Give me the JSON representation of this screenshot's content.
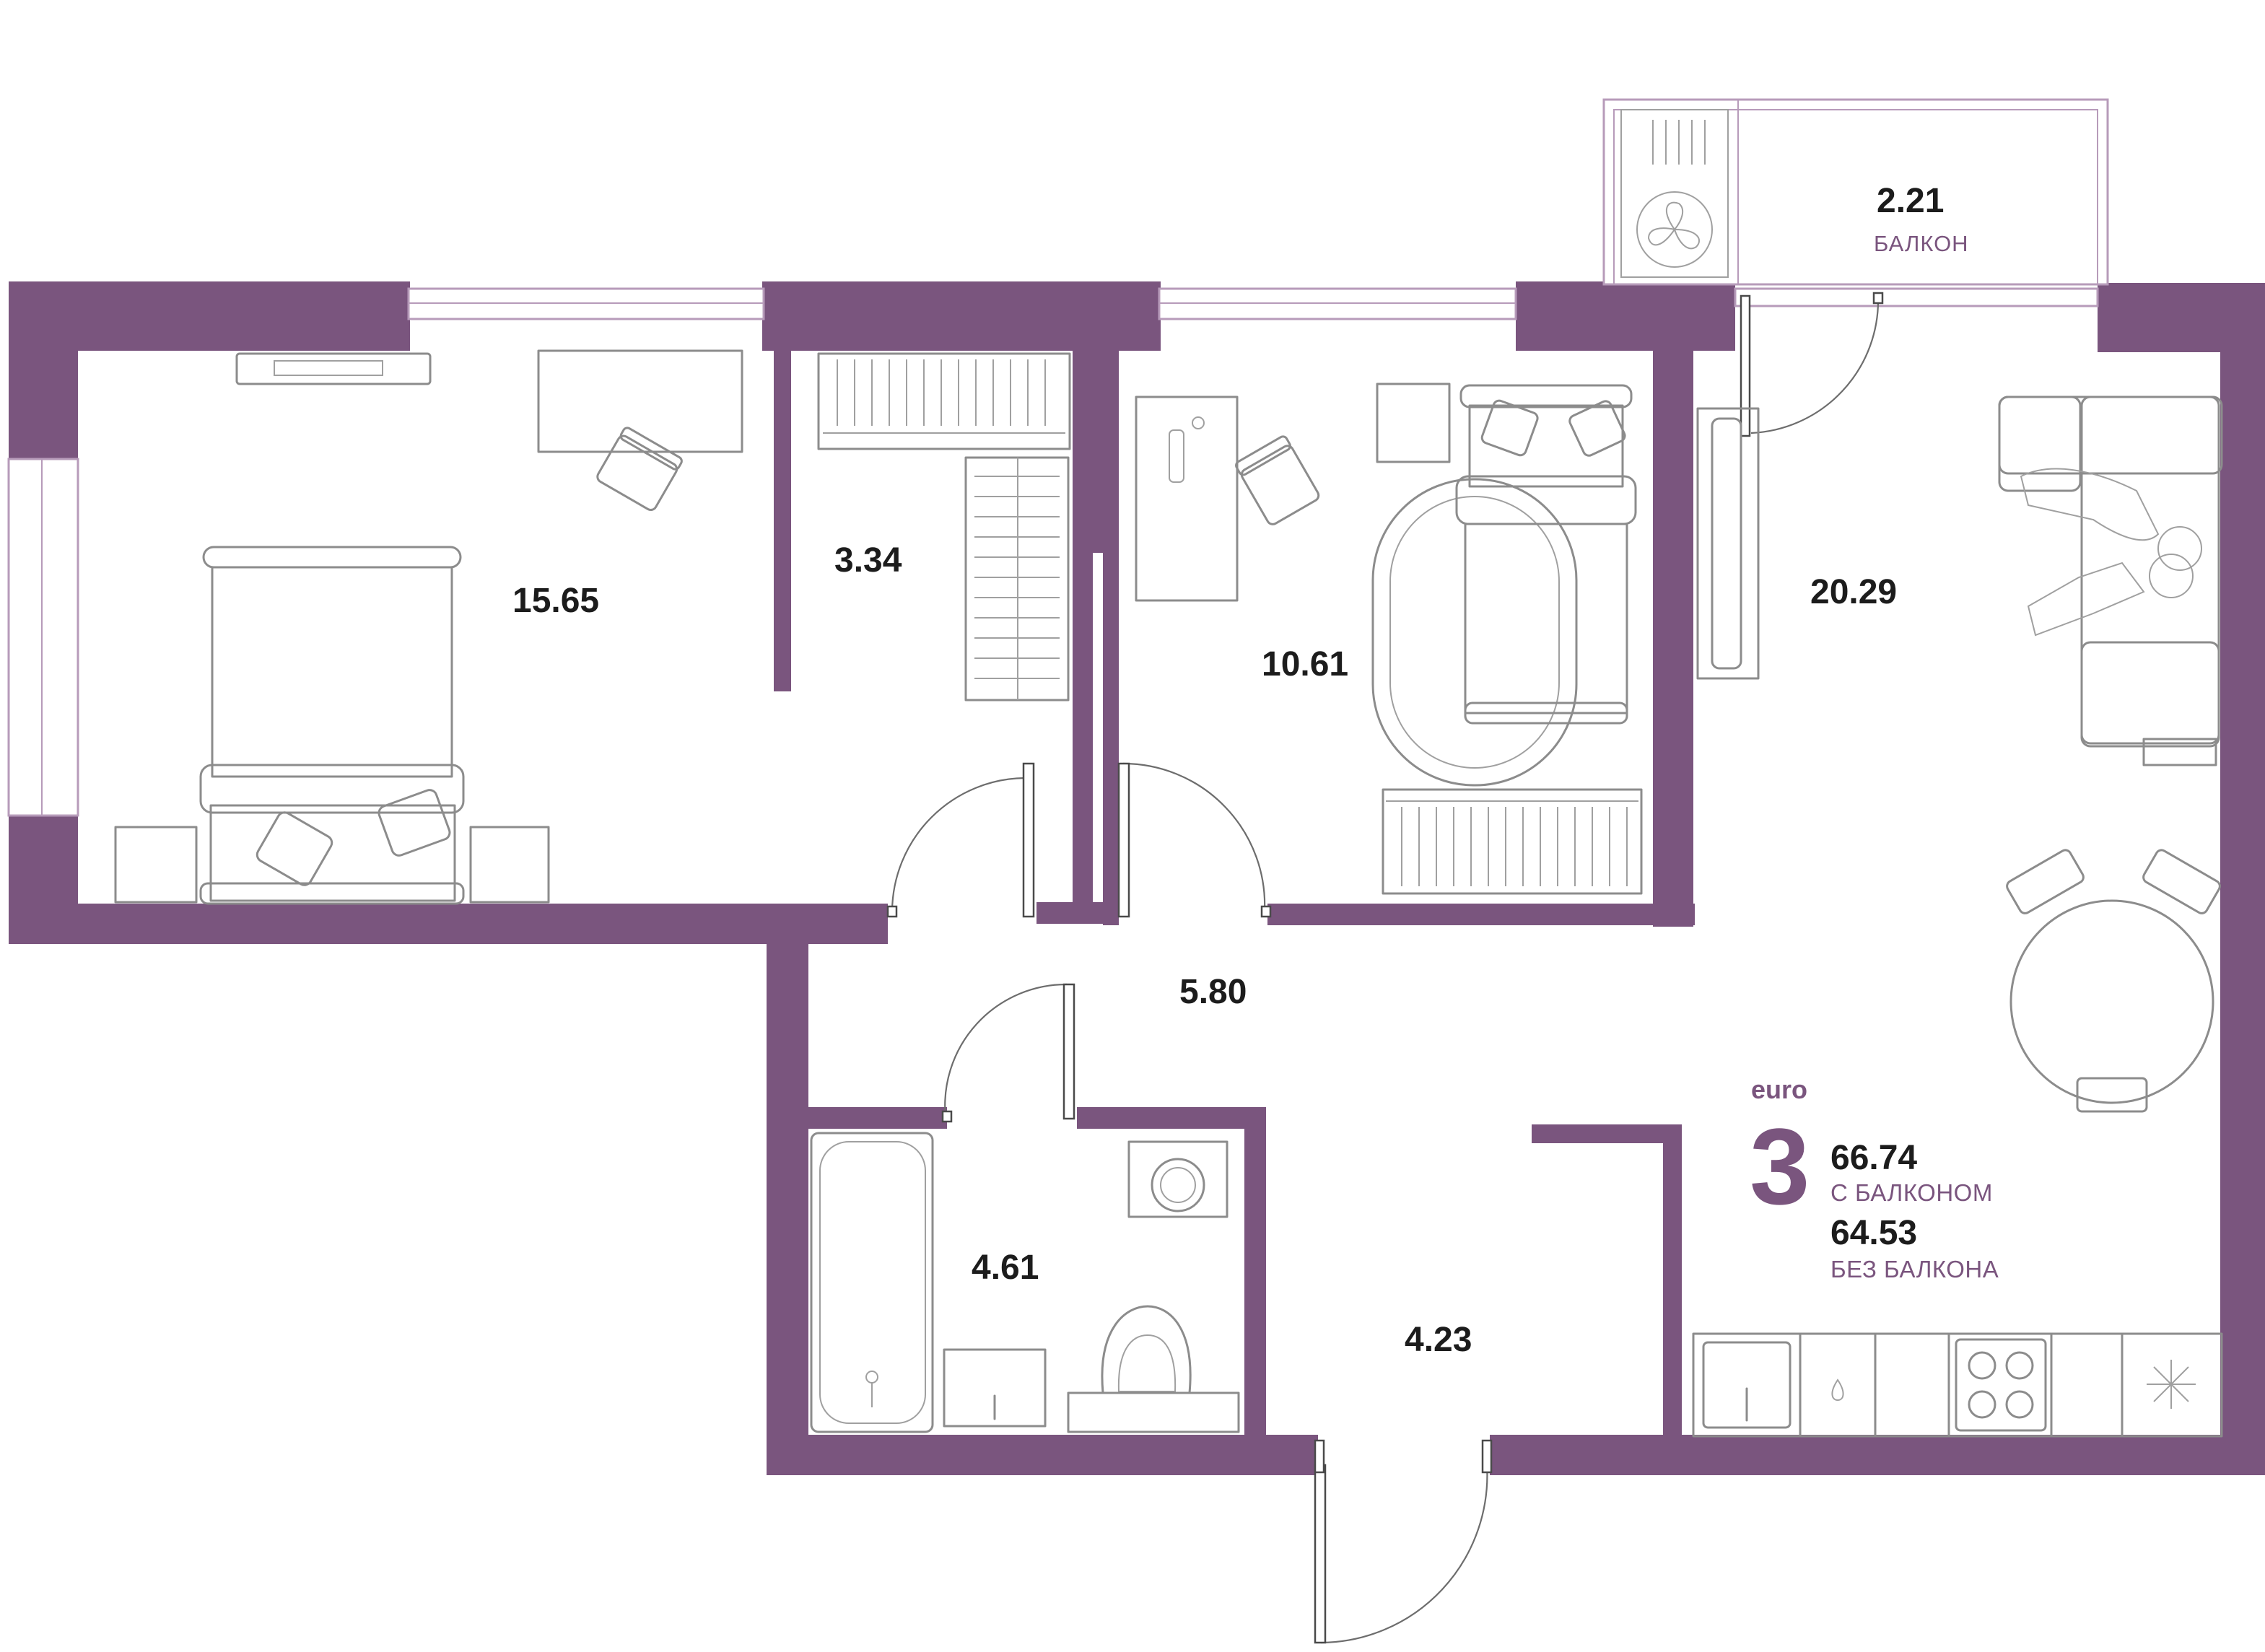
{
  "colors": {
    "wall": "#7a557e",
    "accent_text": "#7a557e",
    "area_text": "#1c1c1c",
    "furniture": "#8c8c8c"
  },
  "rooms": [
    {
      "id": "bedroom-1",
      "area": "15.65"
    },
    {
      "id": "wardrobe",
      "area": "3.34"
    },
    {
      "id": "bedroom-2",
      "area": "10.61"
    },
    {
      "id": "living-kitchen",
      "area": "20.29"
    },
    {
      "id": "hall",
      "area": "5.80"
    },
    {
      "id": "bathroom",
      "area": "4.61"
    },
    {
      "id": "entrance",
      "area": "4.23"
    },
    {
      "id": "balcony",
      "area": "2.21",
      "label": "БАЛКОН"
    }
  ],
  "summary": {
    "class": "euro",
    "rooms_count": "3",
    "area_with_balcony": "66.74",
    "label_with_balcony": "С БАЛКОНОМ",
    "area_without_balcony": "64.53",
    "label_without_balcony": "БЕЗ БАЛКОНА"
  },
  "icons": [
    "fan-icon",
    "snowflake-icon",
    "washing-machine-icon",
    "stove-icon",
    "toilet-icon"
  ]
}
